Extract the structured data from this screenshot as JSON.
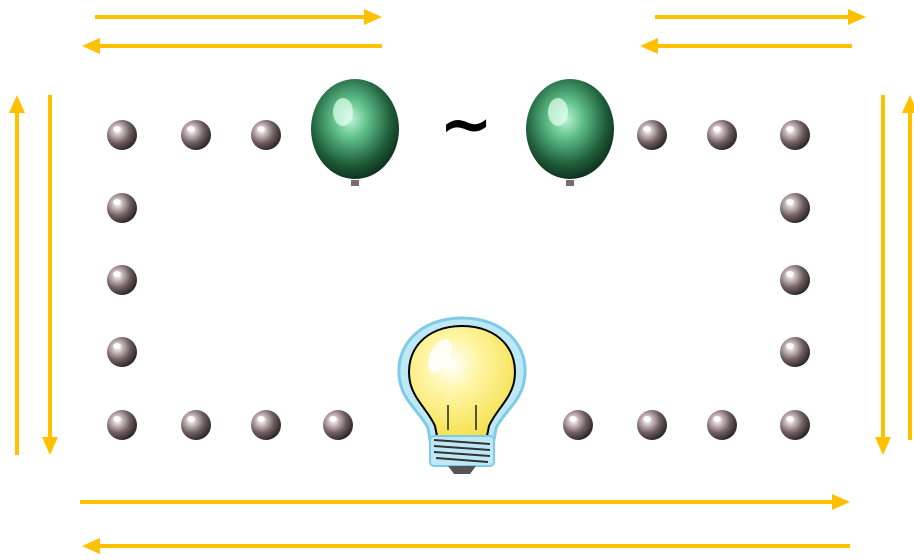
{
  "diagram": {
    "connector_symbol": "~",
    "arrow_color": "#FFC000",
    "bead_color": "#7a6b6e",
    "gem_color": "#2f7a4f",
    "bulb_color": "#fff07a",
    "bulb_glow_color": "#8fd6f0",
    "components": {
      "gem_icon": "green-gem-cell",
      "bulb_icon": "light-bulb",
      "bead_icon": "metal-bead",
      "arrow_icon": "flow-arrow"
    }
  }
}
